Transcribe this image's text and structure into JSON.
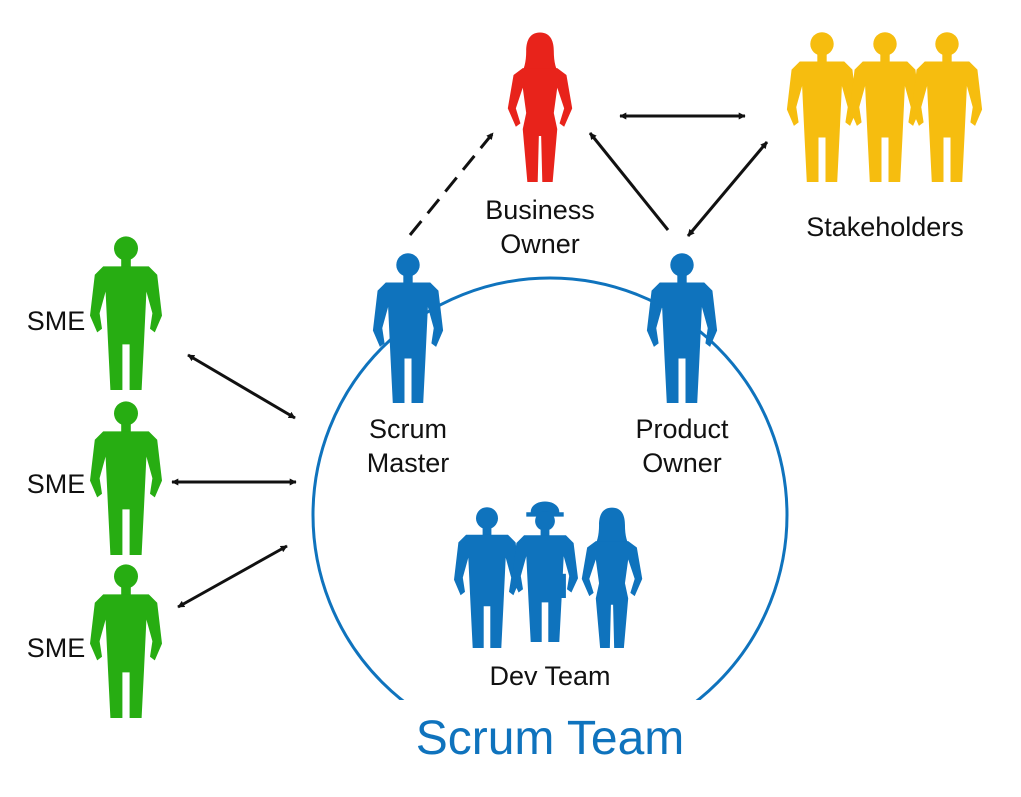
{
  "labels": {
    "business_owner": [
      "Business",
      "Owner"
    ],
    "stakeholders": "Stakeholders",
    "scrum_master": [
      "Scrum",
      "Master"
    ],
    "product_owner": [
      "Product",
      "Owner"
    ],
    "dev_team": "Dev Team",
    "sme_1": "SME",
    "sme_2": "SME",
    "sme_3": "SME",
    "scrum_team": "Scrum Team"
  },
  "colors": {
    "business_owner": "#e8231b",
    "stakeholders": "#f6bd0f",
    "scrum_team": "#0f73bd",
    "sme": "#27ad12",
    "arrow": "#111111",
    "text": "#111111"
  },
  "icons": {
    "person_male": "person-icon",
    "person_female": "person-female-icon",
    "worker": "worker-icon"
  }
}
